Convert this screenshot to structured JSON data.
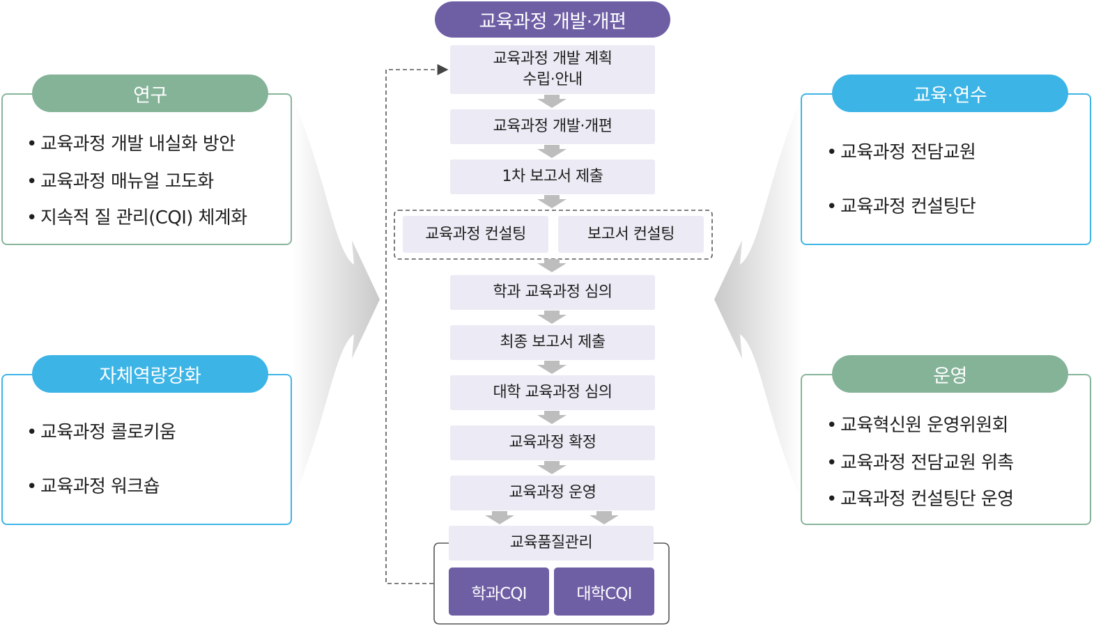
{
  "flow": {
    "title": "교육과정 개발·개편",
    "steps": [
      "교육과정 개발 계획\n수립·안내",
      "교육과정 개발·개편",
      "1차 보고서 제출",
      "학과 교육과정 심의",
      "최종 보고서 제출",
      "대학 교육과정 심의",
      "교육과정 확정",
      "교육과정 운영"
    ],
    "consulting": [
      "교육과정 컨설팅",
      "보고서 컨설팅"
    ],
    "quality": {
      "label": "교육품질관리",
      "items": [
        "학과CQI",
        "대학CQI"
      ]
    }
  },
  "research": {
    "title": "연구",
    "items": [
      "교육과정 개발 내실화 방안",
      "교육과정 매뉴얼 고도화",
      "지속적 질 관리(CQI) 체계화"
    ]
  },
  "capacity": {
    "title": "자체역량강화",
    "items": [
      "교육과정 콜로키움",
      "교육과정 워크숍"
    ]
  },
  "training": {
    "title": "교육·연수",
    "items": [
      "교육과정 전담교원",
      "교육과정 컨설팅단"
    ]
  },
  "operation": {
    "title": "운영",
    "items": [
      "교육혁신원 운영위원회",
      "교육과정 전담교원 위촉",
      "교육과정 컨설팅단 운영"
    ]
  },
  "colors": {
    "purple": "#6e5fa5",
    "step_fill": "#eceaf4",
    "green": "#84b398",
    "blue": "#3cb4e6",
    "arrow_gray": "#bdbdbd"
  }
}
